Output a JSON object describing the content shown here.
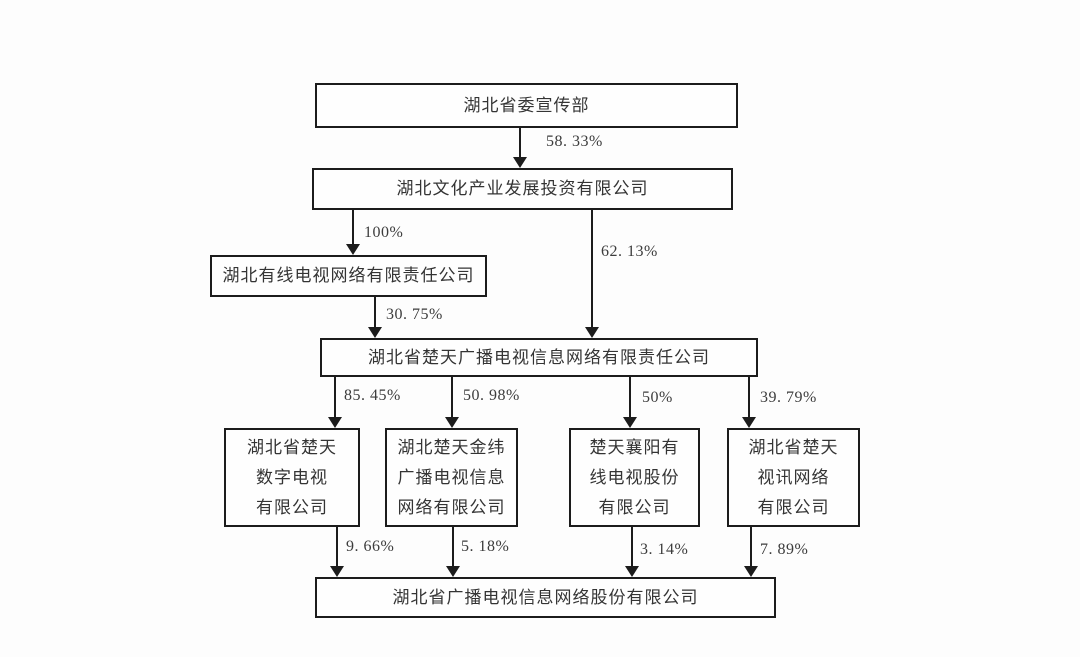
{
  "diagram": {
    "type": "ownership-structure-flowchart",
    "colors": {
      "background": "#fdfdfd",
      "box_border": "#1c1c1c",
      "box_fill": "#fefefe",
      "text": "#343434",
      "label_text": "#3c3c3c"
    },
    "nodes": {
      "propaganda_dept": {
        "label": "湖北省委宣传部"
      },
      "culture_investment": {
        "label": "湖北文化产业发展投资有限公司"
      },
      "cable_network": {
        "label": "湖北有线电视网络有限责任公司"
      },
      "chutian_network": {
        "label": "湖北省楚天广播电视信息网络有限责任公司"
      },
      "digital_tv": {
        "label": "湖北省楚天\n数字电视\n有限公司"
      },
      "jinwei": {
        "label": "湖北楚天金纬\n广播电视信息\n网络有限公司"
      },
      "xiangyang": {
        "label": "楚天襄阳有\n线电视股份\n有限公司"
      },
      "video_network": {
        "label": "湖北省楚天\n视讯网络\n有限公司"
      },
      "listed_company": {
        "label": "湖北省广播电视信息网络股份有限公司"
      }
    },
    "edges": {
      "dept_to_culture": {
        "label": "58. 33%"
      },
      "culture_to_cable": {
        "label": "100%"
      },
      "culture_to_chutian": {
        "label": "62. 13%"
      },
      "cable_to_chutian": {
        "label": "30. 75%"
      },
      "chutian_to_digital": {
        "label": "85. 45%"
      },
      "chutian_to_jinwei": {
        "label": "50. 98%"
      },
      "chutian_to_xiangyang": {
        "label": "50%"
      },
      "chutian_to_video": {
        "label": "39. 79%"
      },
      "digital_to_listed": {
        "label": "9. 66%"
      },
      "jinwei_to_listed": {
        "label": "5. 18%"
      },
      "xiangyang_to_listed": {
        "label": "3. 14%"
      },
      "video_to_listed": {
        "label": "7. 89%"
      }
    }
  }
}
